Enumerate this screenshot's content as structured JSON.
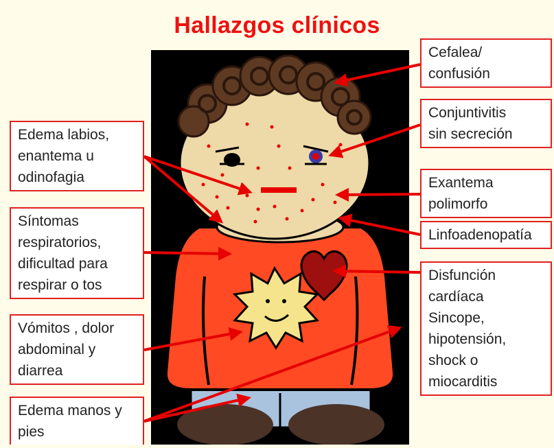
{
  "title": "Hallazgos clínicos",
  "labels": {
    "cefalea": [
      "Cefalea/",
      "confusión"
    ],
    "conjuntivitis": [
      "Conjuntivitis",
      "sin secreción"
    ],
    "exantema": [
      "Exantema",
      "polimorfo"
    ],
    "linfoadenopatia": [
      "Linfoadenopatía"
    ],
    "disfuncion": [
      "Disfunción",
      "cardíaca",
      "Sincope,",
      "hipotensión,",
      "shock o",
      "miocarditis"
    ],
    "edema_labios": [
      "Edema labios,",
      "enantema u",
      "odinofagia"
    ],
    "sintomas": [
      "Síntomas",
      "respiratorios,",
      "dificultad para",
      "respirar o tos"
    ],
    "vomitos": [
      "Vómitos , dolor",
      "abdominal y",
      "diarrea"
    ],
    "edema_manos": [
      "Edema manos y",
      "pies"
    ]
  },
  "colors": {
    "accent": "#ee1111",
    "box_border": "#e02020",
    "arrow": "#e60000",
    "shirt": "#ff4a24",
    "skin": "#eed9a8",
    "hair": "#5e3a22",
    "heart": "#9e0f0f",
    "sun": "#f6e48c",
    "pants": "#a9c3df",
    "shoes": "#4b3328",
    "background": "#fffde9"
  }
}
